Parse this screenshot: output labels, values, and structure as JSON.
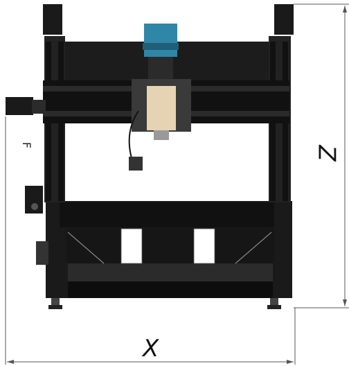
{
  "dimensions": {
    "x_label": "X",
    "z_label": "Z"
  },
  "labels": {
    "side_mark": "F"
  },
  "colors": {
    "frame": "#1a1a1a",
    "frame_dark": "#0d0d0d",
    "frame_mid": "#2b2b2b",
    "motor": "#2f86a6",
    "motor_dark": "#1f5f78",
    "spindle": "#e6d3b3",
    "plate": "#3a3a3a",
    "line": "#333333"
  }
}
